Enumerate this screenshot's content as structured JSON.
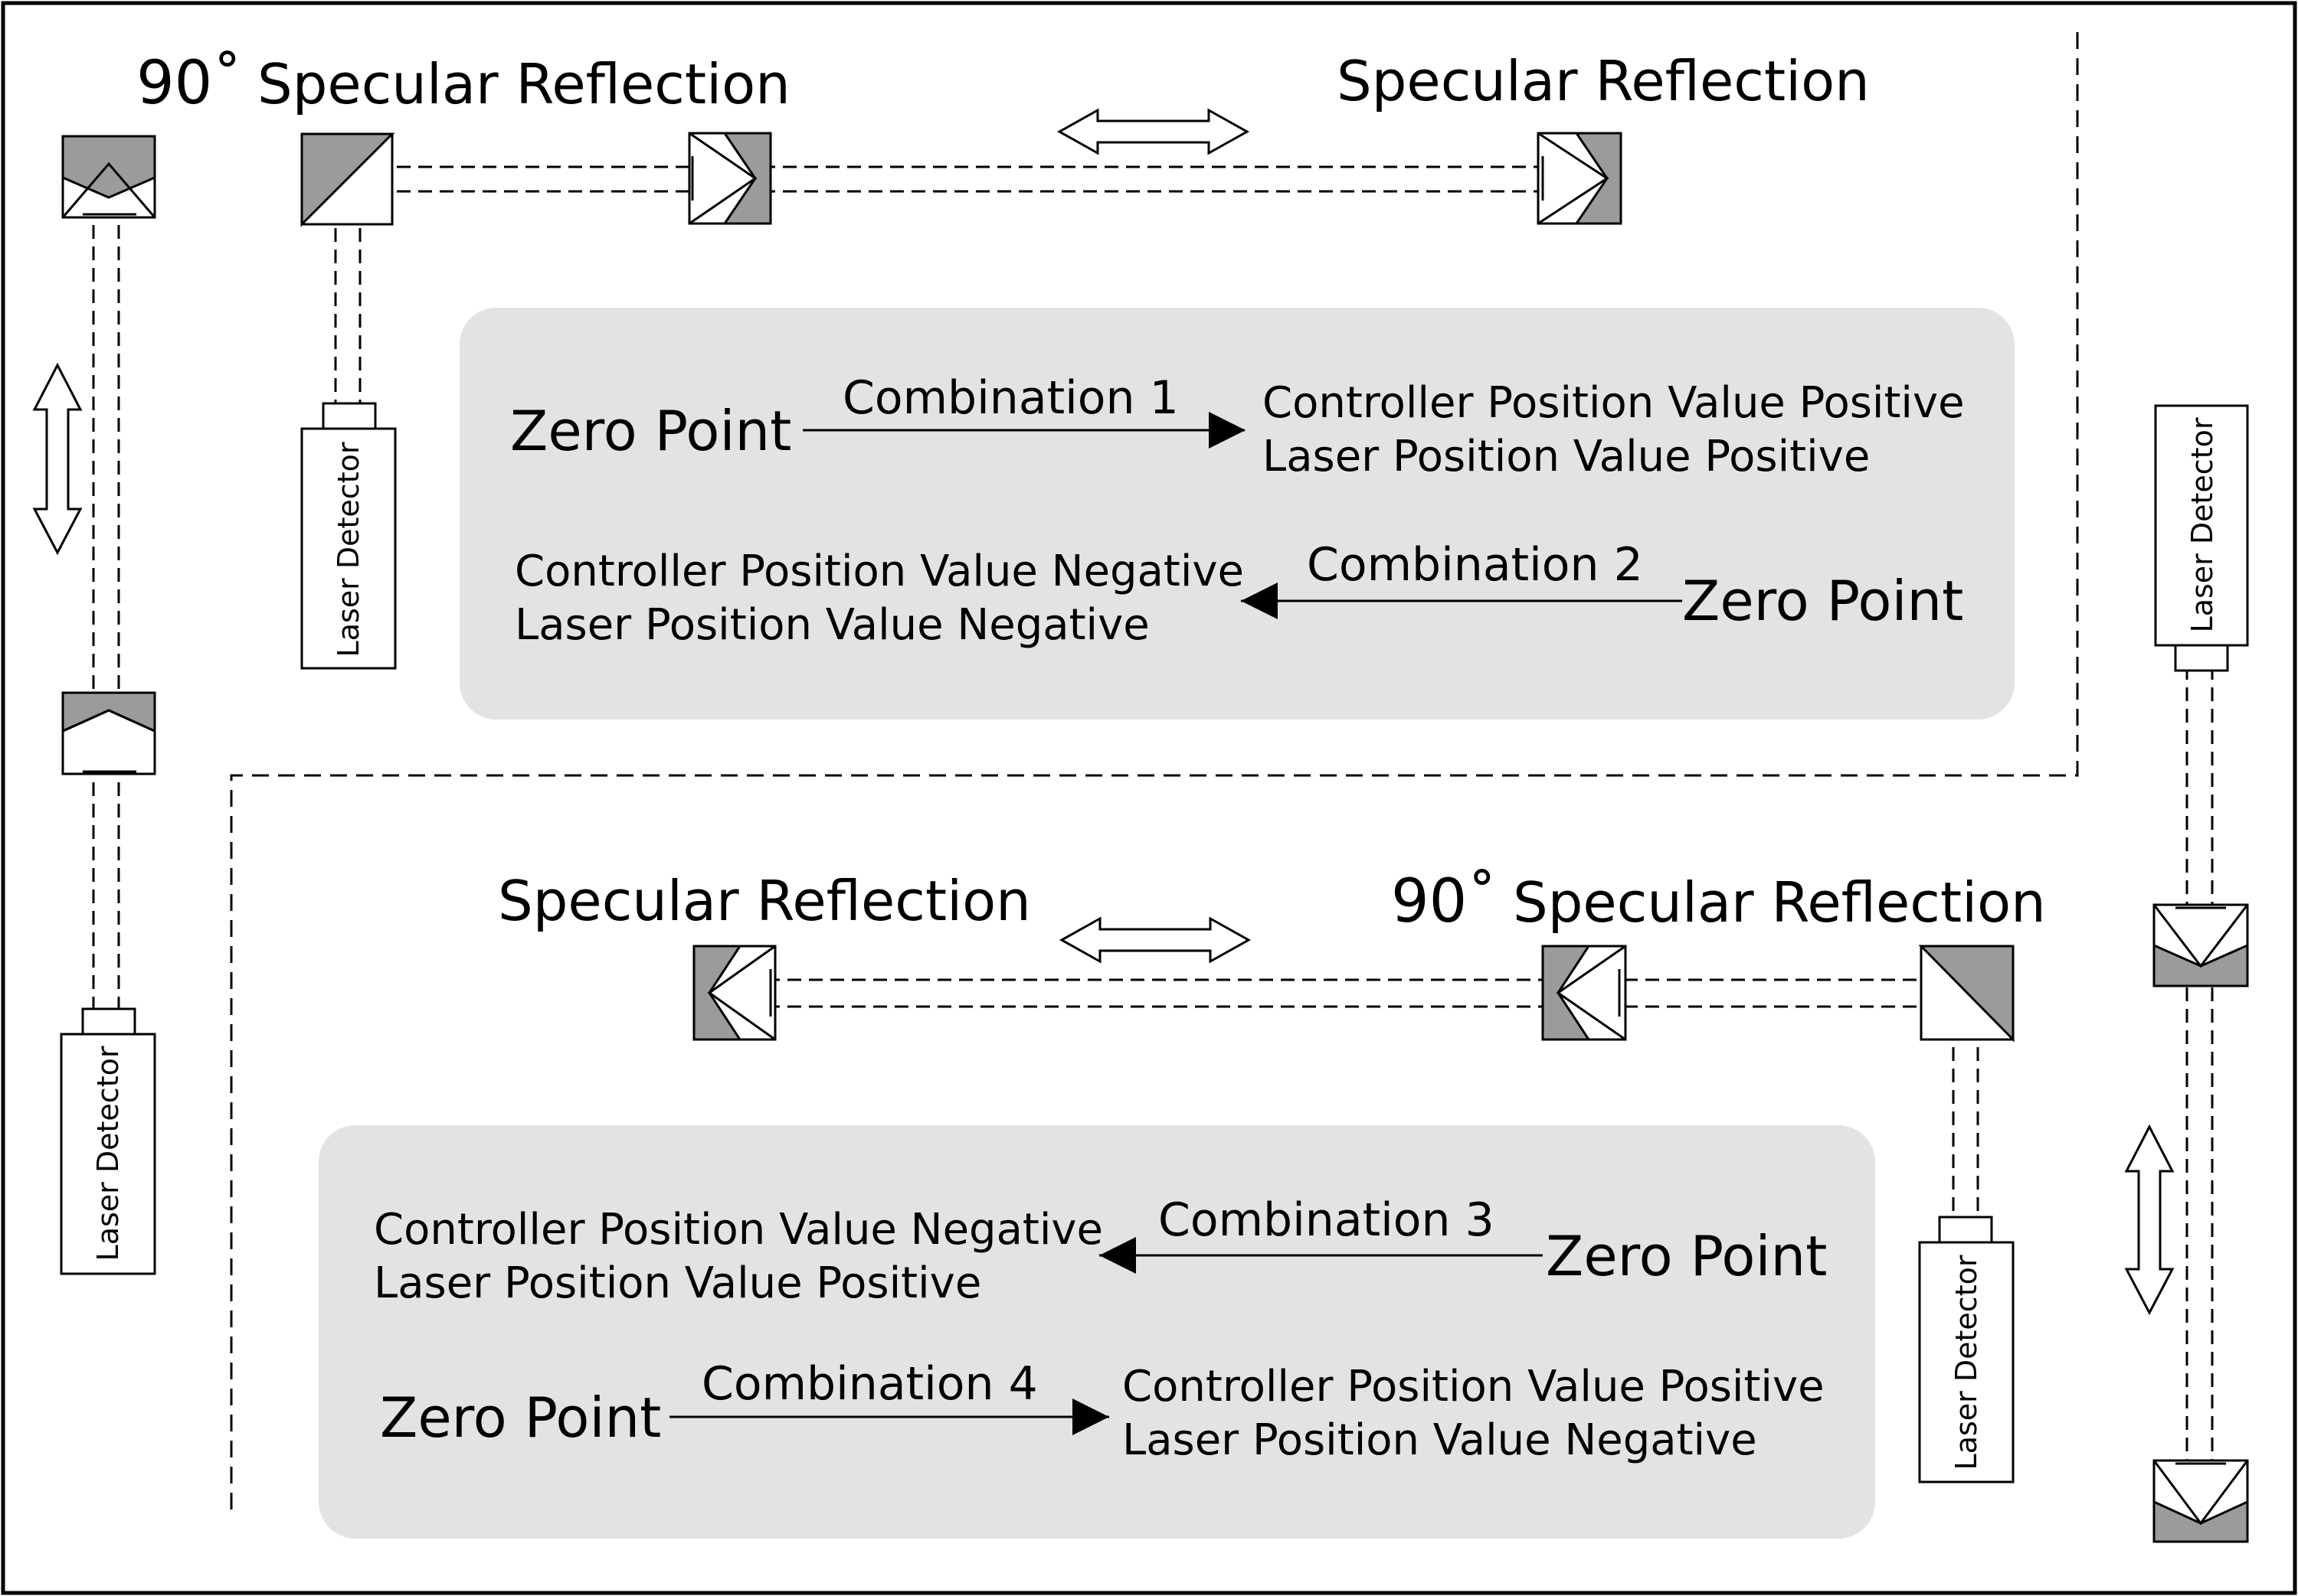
{
  "labels": {
    "degree": "90˚",
    "specular_reflection": "Specular Reflection",
    "laser_detector": "Laser Detector"
  },
  "combinations": [
    {
      "label": "Combination 1",
      "zero_point": "Zero Point",
      "controller": "Controller Position Value Positive",
      "laser": "Laser Position Value Positive"
    },
    {
      "label": "Combination 2",
      "zero_point": "Zero Point",
      "controller": "Controller Position Value Negative",
      "laser": "Laser Position Value Negative"
    },
    {
      "label": "Combination 3",
      "zero_point": "Zero Point",
      "controller": "Controller Position Value Negative",
      "laser": "Laser Position Value Positive"
    },
    {
      "label": "Combination 4",
      "zero_point": "Zero Point",
      "controller": "Controller Position Value Positive",
      "laser": "Laser Position Value Negative"
    }
  ],
  "colors": {
    "panel": "#e3e3e3",
    "prism_shade": "#9b9b9b",
    "line": "#000000"
  }
}
